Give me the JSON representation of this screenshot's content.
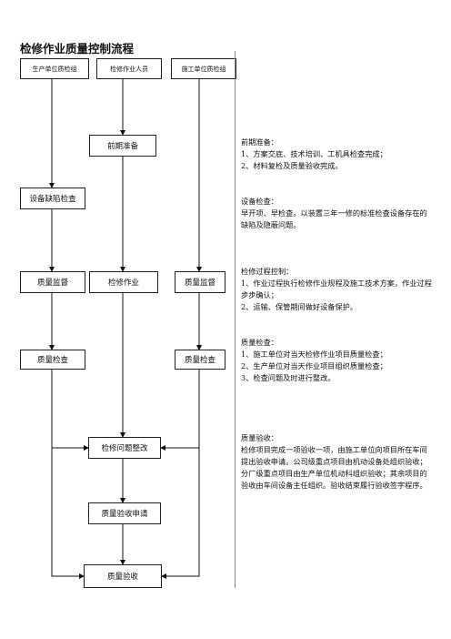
{
  "title": "检修作业质量控制流程",
  "boxes": {
    "prod_unit": "生产单位质检组",
    "maint_staff": "检修作业人员",
    "const_unit": "施工单位质检组",
    "prep": "前期准备",
    "defect_check": "设备缺陷检查",
    "qs_left": "质量监督",
    "maint_work": "检修作业",
    "qs_right": "质量监督",
    "qc_left": "质量检查",
    "qc_right": "质量检查",
    "rectify": "检修问题整改",
    "apply": "质量验收申请",
    "accept": "质量验收"
  },
  "notes": {
    "prep": {
      "heading": "前期准备：",
      "lines": [
        "1、方案交底、技术培训、工机具检查完成；",
        "2、材料复检及质量验收完成。"
      ]
    },
    "equip": {
      "heading": "设备检查：",
      "body": "早开项、早检查。以装置三年一修的标准检查设备存在的缺陷及隐蔽问题。"
    },
    "process": {
      "heading": "检修过程控制：",
      "lines": [
        "1、作业过程执行检修作业规程及施工技术方案，作业过程步步确认；",
        "2、运输、保管期间做好设备保护。"
      ]
    },
    "quality": {
      "heading": "质量检查：",
      "lines": [
        "1、施工单位对当天检修作业项目质量检查；",
        "2、生产单位对当天作业项目组织质量检查；",
        "3、检查问题及时进行整改。"
      ]
    },
    "accept": {
      "heading": "质量验收：",
      "body": "检修项目完成一项验收一项，由施工单位向项目所在车间提出验收申请。公司级重点项目由机动设备处组织验收；分厂级重点项目由生产单位机动科组织验收；其余项目的验收由车间设备主任组织。验收结束履行验收签字程序。"
    }
  }
}
